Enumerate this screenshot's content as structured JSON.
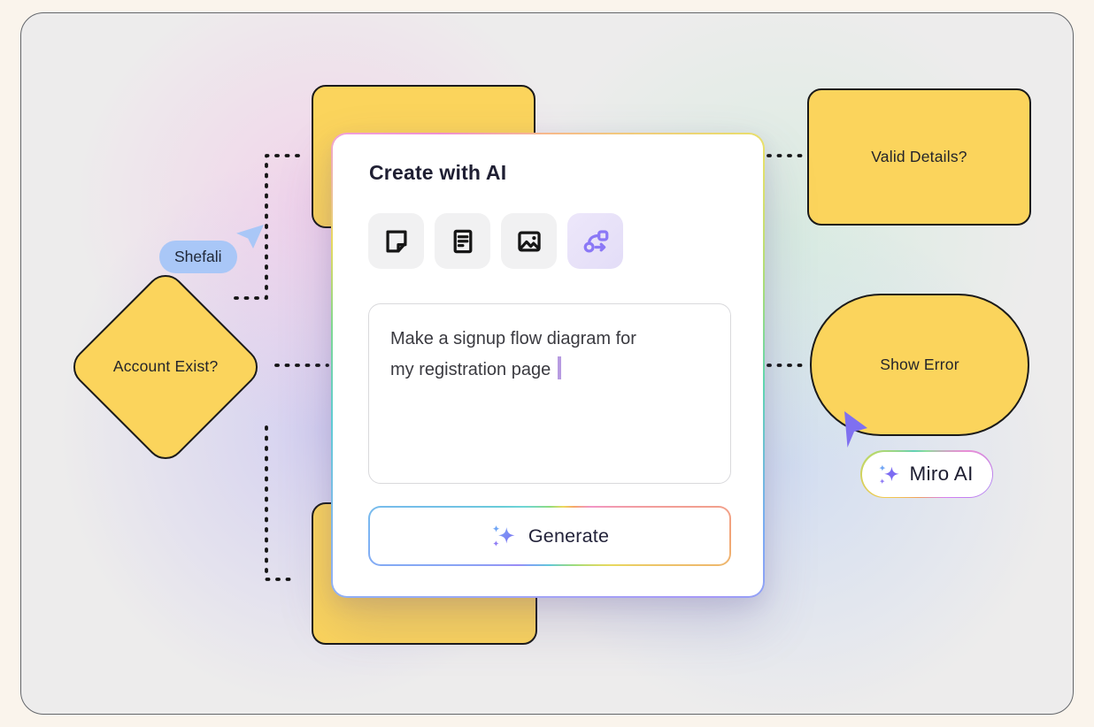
{
  "board": {
    "nodes": {
      "decision": {
        "shape": "diamond",
        "label": "Account Exist?"
      },
      "valid_details": {
        "shape": "rounded-rectangle",
        "label": "Valid Details?"
      },
      "show_error": {
        "shape": "stadium",
        "label": "Show Error"
      },
      "top_rectangle": {
        "shape": "rounded-rectangle",
        "label": ""
      },
      "bottom_rectangle": {
        "shape": "rounded-rectangle",
        "label": ""
      }
    },
    "collaborators": {
      "shefali": {
        "name": "Shefali",
        "color": "#A9C7F7"
      },
      "miro_ai": {
        "name": "Miro AI",
        "cursor_color": "#7F70F0"
      }
    }
  },
  "modal": {
    "title": "Create with AI",
    "tools": [
      {
        "name": "sticky-note",
        "selected": false
      },
      {
        "name": "document",
        "selected": false
      },
      {
        "name": "image",
        "selected": false
      },
      {
        "name": "flowchart",
        "selected": true
      }
    ],
    "prompt": {
      "line1": "Make a signup flow diagram for",
      "line2": "my registration page"
    },
    "generate_label": "Generate"
  },
  "colors": {
    "page_background": "#FAF4EC",
    "board_background": "#EDECEC",
    "shape_fill": "#FBD45C",
    "shape_border": "#1A1A1A",
    "accent_purple": "#8B78F6",
    "caret_purple": "#B79BE1",
    "collaborator_blue": "#A9C7F7"
  }
}
